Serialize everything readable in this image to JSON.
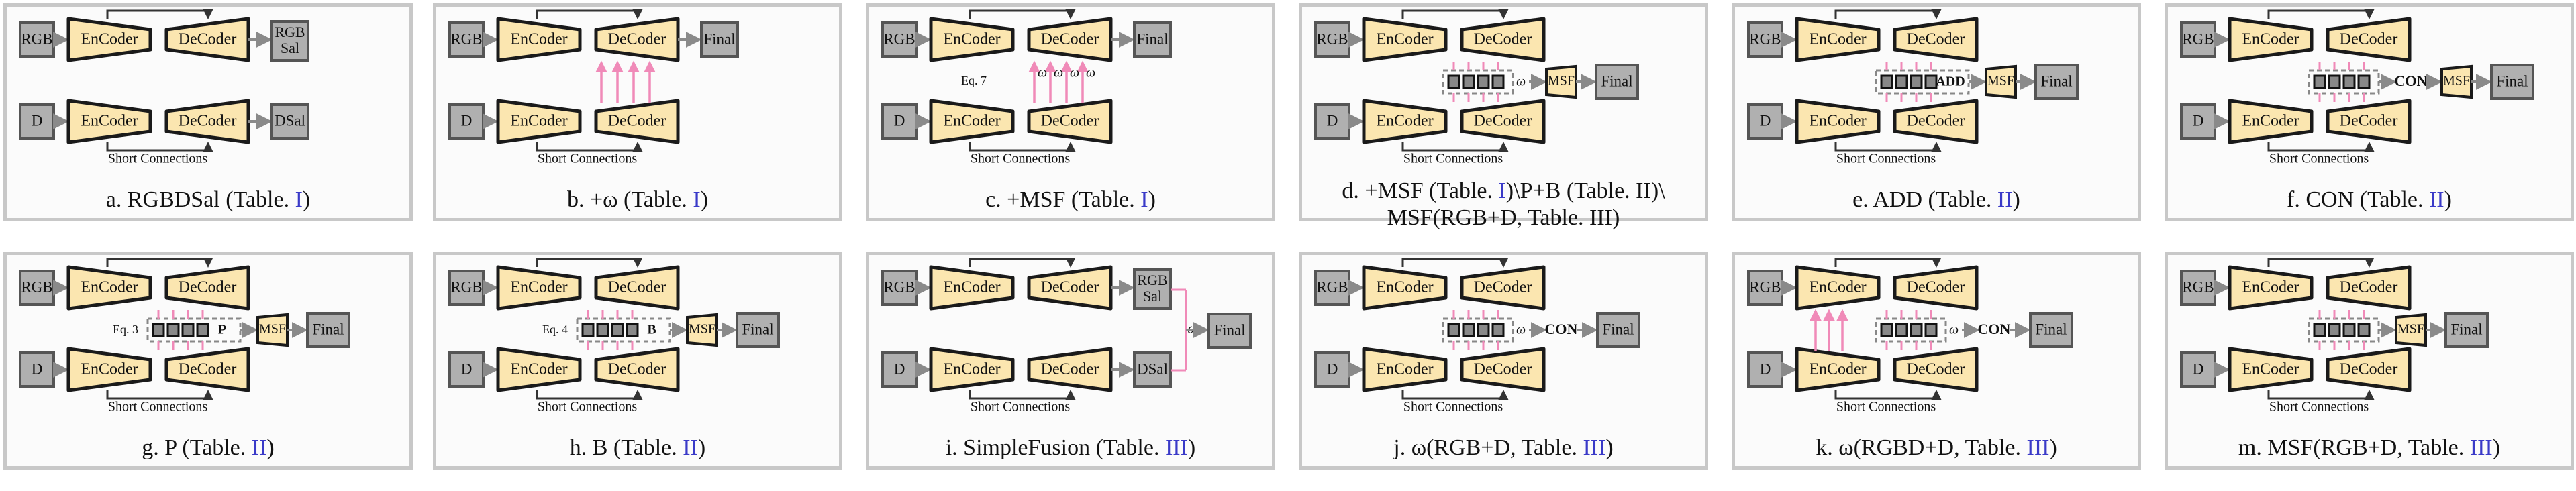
{
  "labels": {
    "rgb": "RGB",
    "d": "D",
    "encoder": "EnCoder",
    "decoder": "DeCoder",
    "final": "Final",
    "msf": "MSF",
    "short_connections": "Short Connections",
    "rgb_sal_top": "RGB",
    "rgb_sal_bottom": "Sal",
    "dsal": "DSal",
    "omega": "ω",
    "eq7": "Eq. 7",
    "eq3": "Eq. 3",
    "eq4": "Eq. 4",
    "add": "ADD",
    "con": "CON",
    "p": "P",
    "b": "B"
  },
  "colors": {
    "panel_border": "#c8c8c8",
    "module_fill": "#fbe6b0",
    "module_stroke": "#1a1a1a",
    "io_fill": "#b0b0b0",
    "arrow_gray": "#8a8a8a",
    "pink_line": "#f08ab8",
    "dashed_gray": "#888888",
    "ref_blue": "#3a3ac8"
  },
  "panels": [
    {
      "id": "a",
      "variant": "rgbdsal",
      "caption": {
        "pre": "a. RGBDSal (Table. ",
        "ref": "I",
        "post": ")"
      }
    },
    {
      "id": "b",
      "variant": "omega",
      "caption": {
        "pre": "b. +ω (Table. ",
        "ref": "I",
        "post": ")"
      }
    },
    {
      "id": "c",
      "variant": "msf_eq7",
      "caption": {
        "pre": "c. +MSF (Table. ",
        "ref": "I",
        "post": ")"
      }
    },
    {
      "id": "d",
      "variant": "msf_center",
      "caption": {
        "pre": "d. +MSF (Table. ",
        "ref": "I",
        "post": ")\\P+B (Table. II)\\",
        "line2": "MSF(RGB+D, Table. III)"
      }
    },
    {
      "id": "e",
      "variant": "add",
      "caption": {
        "pre": "e. ADD (Table. ",
        "ref": "II",
        "post": ")"
      }
    },
    {
      "id": "f",
      "variant": "con",
      "caption": {
        "pre": "f. CON (Table. ",
        "ref": "II",
        "post": ")"
      }
    },
    {
      "id": "g",
      "variant": "p",
      "caption": {
        "pre": "g. P (Table. ",
        "ref": "II",
        "post": ")"
      }
    },
    {
      "id": "h",
      "variant": "b",
      "caption": {
        "pre": "h. B (Table. ",
        "ref": "II",
        "post": ")"
      }
    },
    {
      "id": "i",
      "variant": "simplefusion",
      "caption": {
        "pre": "i. SimpleFusion (Table. ",
        "ref": "III",
        "post": ")"
      }
    },
    {
      "id": "j",
      "variant": "j_con",
      "caption": {
        "pre": "j. ω(RGB+D, Table. ",
        "ref": "III",
        "post": ")"
      }
    },
    {
      "id": "k",
      "variant": "k_con",
      "caption": {
        "pre": "k. ω(RGBD+D, Table. ",
        "ref": "III",
        "post": ")"
      }
    },
    {
      "id": "m",
      "variant": "m_msf",
      "caption": {
        "pre": "m. MSF(RGB+D, Table. ",
        "ref": "III",
        "post": ")"
      }
    }
  ]
}
